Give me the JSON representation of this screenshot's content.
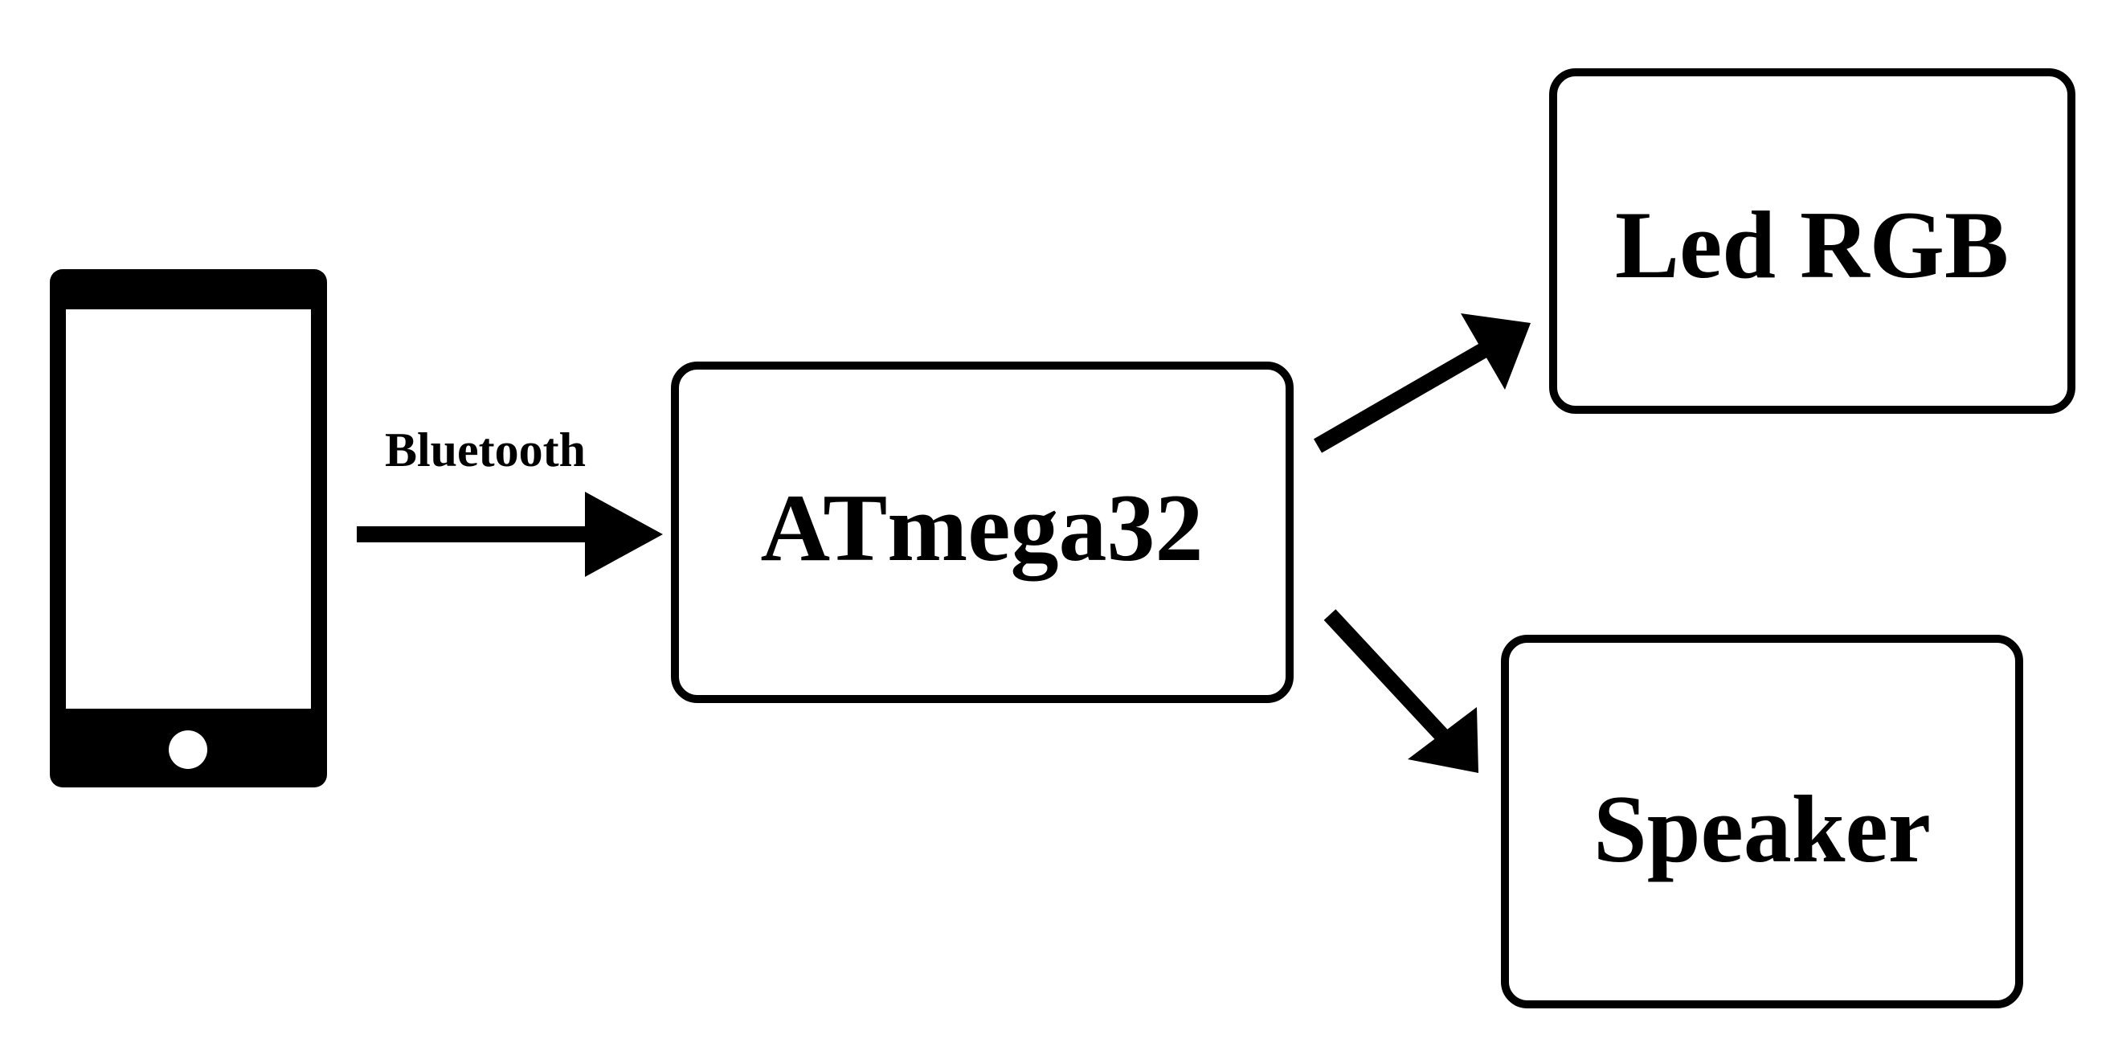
{
  "nodes": {
    "phone": {
      "icon": "smartphone-icon"
    },
    "mcu": {
      "label": "ATmega32"
    },
    "led": {
      "label": "Led RGB"
    },
    "speaker": {
      "label": "Speaker"
    }
  },
  "edges": {
    "phone_to_mcu": {
      "label": "Bluetooth"
    },
    "mcu_to_led": {
      "label": ""
    },
    "mcu_to_speaker": {
      "label": ""
    }
  },
  "colors": {
    "stroke": "#000000",
    "background": "#ffffff"
  }
}
